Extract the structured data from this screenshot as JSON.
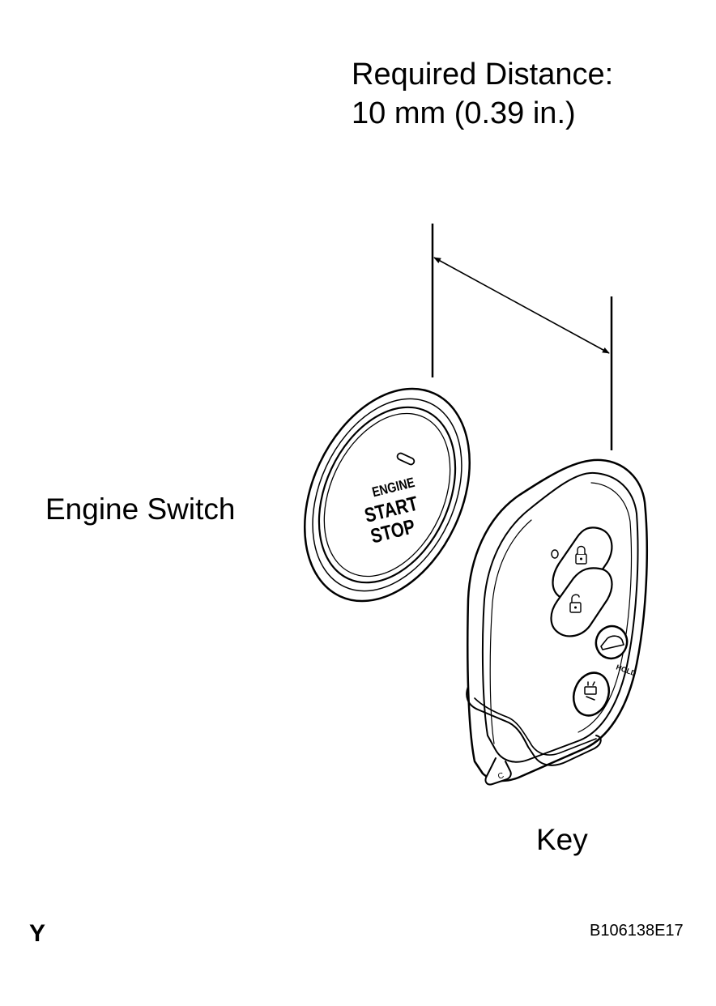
{
  "measurement": {
    "title": "Required Distance:",
    "value": "10 mm (0.39 in.)"
  },
  "labels": {
    "engine_switch": "Engine Switch",
    "key": "Key"
  },
  "engine_button": {
    "line1": "ENGINE",
    "line2": "START",
    "line3": "STOP"
  },
  "key_fob": {
    "hold": "HOLD",
    "tab_mark": "C"
  },
  "footer": {
    "corner_mark": "Y",
    "figure_id": "B106138E17"
  }
}
